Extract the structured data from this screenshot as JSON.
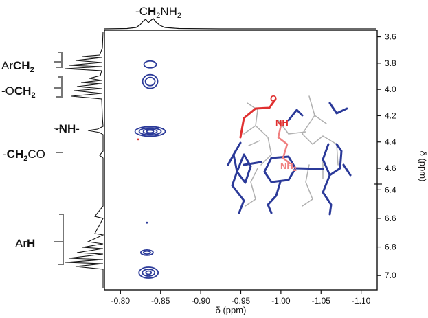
{
  "chart_data": {
    "type": "contour",
    "xlabel": "δ (ppm)",
    "ylabel": "δ (ppm)",
    "xlim": [
      -0.78,
      -1.12
    ],
    "x_ticks": [
      "-0.80",
      "-0.85",
      "-0.90",
      "-0.95",
      "-1.00",
      "-1.05",
      "-1.10"
    ],
    "x_tick_values": [
      -0.8,
      -0.85,
      -0.9,
      -0.95,
      -1.0,
      -1.05,
      -1.1
    ],
    "y_upper_range": [
      3.55,
      4.72
    ],
    "y_upper_ticks": [
      "3.6",
      "3.8",
      "4.0",
      "4.2",
      "4.4",
      "4.6"
    ],
    "y_upper_tick_values": [
      3.6,
      3.8,
      4.0,
      4.2,
      4.4,
      4.6
    ],
    "y_lower_range": [
      6.36,
      7.1
    ],
    "y_lower_ticks": [
      "6.4",
      "6.6",
      "6.8",
      "7.0"
    ],
    "y_lower_tick_values": [
      6.4,
      6.6,
      6.8,
      7.0
    ],
    "top_projection_label": {
      "prefix": "-C",
      "bold": "H",
      "sub": "2",
      "suffix": "NH",
      "sub2": "2"
    },
    "left_labels": [
      {
        "prefix": "Ar",
        "bold": "CH",
        "sub": "2",
        "suffix": ""
      },
      {
        "prefix": "-O",
        "bold": "CH",
        "sub": "2",
        "suffix": ""
      },
      {
        "prefix": "-",
        "bold": "NH",
        "sub": "",
        "suffix": "-"
      },
      {
        "prefix": "-",
        "bold": "CH",
        "sub": "2",
        "suffix": "CO"
      },
      {
        "prefix": "Ar",
        "bold": "H",
        "sub": "",
        "suffix": ""
      }
    ],
    "cross_peaks": [
      {
        "x": -0.837,
        "y": 3.81,
        "region": "upper"
      },
      {
        "x": -0.837,
        "y": 3.94,
        "region": "upper"
      },
      {
        "x": -0.837,
        "y": 4.32,
        "region": "upper"
      },
      {
        "x": -0.833,
        "y": 6.84,
        "region": "lower"
      },
      {
        "x": -0.835,
        "y": 6.98,
        "region": "lower"
      }
    ],
    "minor_peaks": [
      {
        "x": -0.822,
        "y": 4.38,
        "region": "upper",
        "color": "#e03030"
      },
      {
        "x": -0.833,
        "y": 6.63,
        "region": "lower",
        "color": "#2b3a99"
      }
    ],
    "molecule_labels": {
      "nh": "NH",
      "nh2": "NH",
      "nh2_sub": "2",
      "o_carbonyl": "O"
    },
    "colors": {
      "contour": "#2b3a99",
      "accent": "#e03030",
      "axis": "#111111",
      "bracket": "#777777"
    }
  }
}
